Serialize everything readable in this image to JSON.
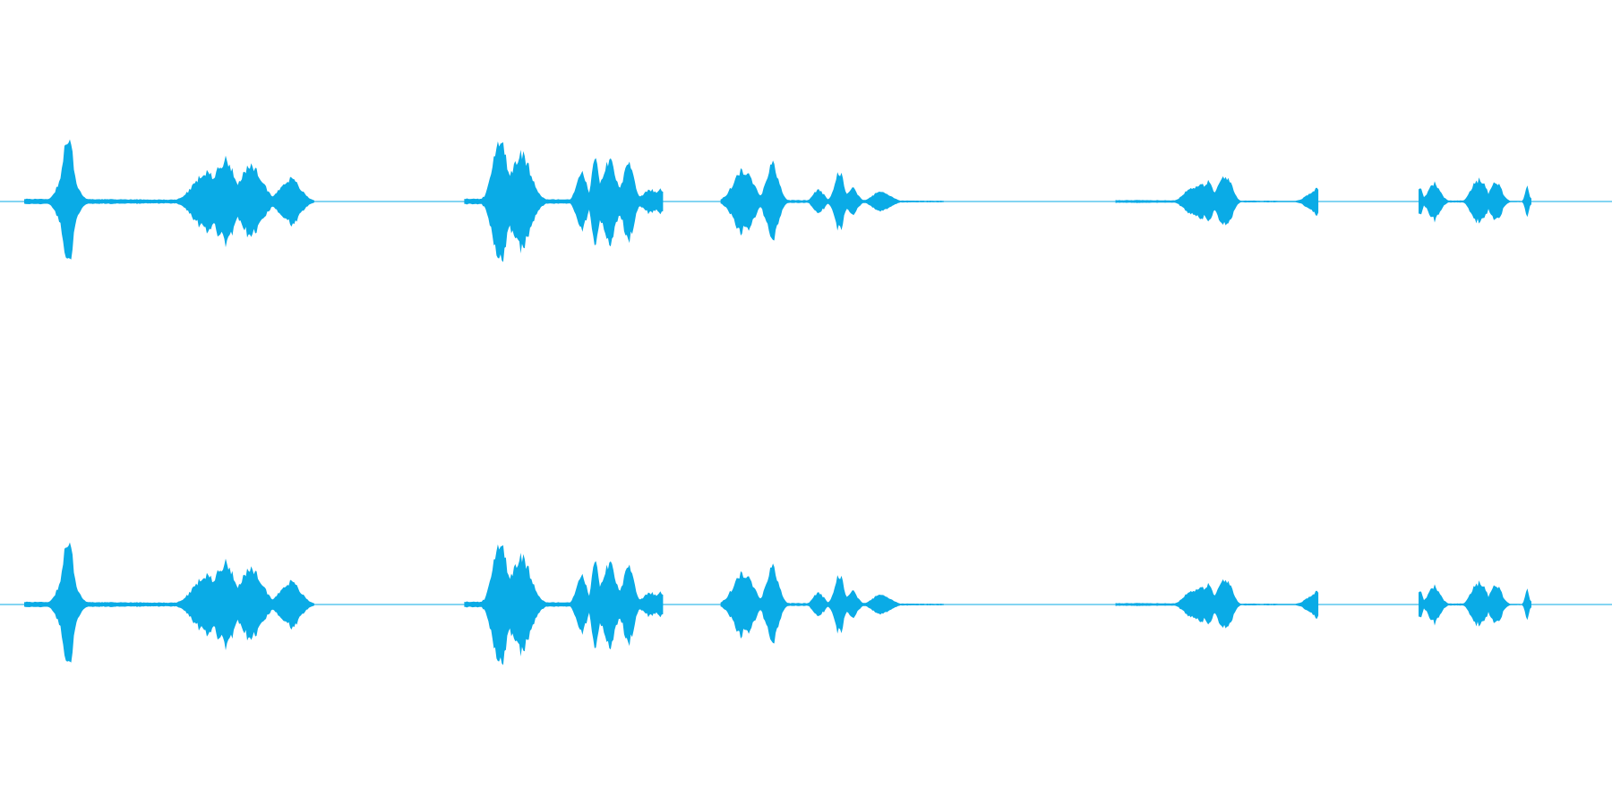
{
  "waveform": {
    "color": "#0aabe6",
    "background": "#ffffff",
    "channels": [
      {
        "name": "channel-1",
        "segments": [
          {
            "start": 0.015,
            "end": 0.195,
            "peak": 0.95
          },
          {
            "start": 0.288,
            "end": 0.412,
            "peak": 1.0
          },
          {
            "start": 0.447,
            "end": 0.586,
            "peak": 0.6
          },
          {
            "start": 0.692,
            "end": 0.818,
            "peak": 0.5
          },
          {
            "start": 0.88,
            "end": 0.95,
            "peak": 0.45
          }
        ]
      },
      {
        "name": "channel-2",
        "segments": [
          {
            "start": 0.015,
            "end": 0.195,
            "peak": 0.95
          },
          {
            "start": 0.288,
            "end": 0.412,
            "peak": 1.0
          },
          {
            "start": 0.447,
            "end": 0.586,
            "peak": 0.6
          },
          {
            "start": 0.692,
            "end": 0.818,
            "peak": 0.5
          },
          {
            "start": 0.88,
            "end": 0.95,
            "peak": 0.45
          }
        ]
      }
    ]
  }
}
